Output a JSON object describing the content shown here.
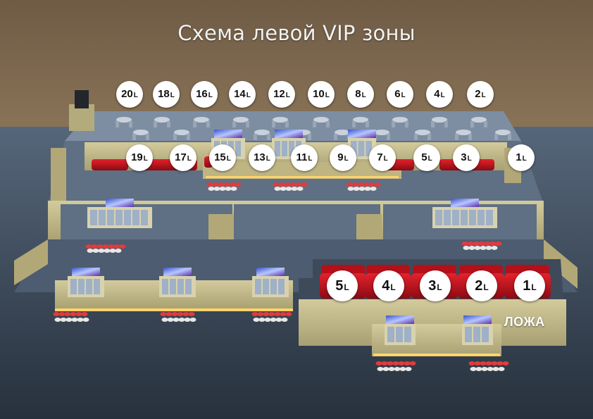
{
  "title": "Схема левой VIP зоны",
  "seat_suffix": "L",
  "colors": {
    "wall_brown": "#7a644c",
    "floor_blue": "#4f5d6e",
    "platform_beige": "#c5bc8c",
    "sofa_red": "#c8101b",
    "seat_badge": "#ffffff"
  },
  "tables_back": [
    "20",
    "18",
    "16",
    "14",
    "12",
    "10",
    "8",
    "6",
    "4",
    "2"
  ],
  "tables_front": [
    "19",
    "17",
    "15",
    "13",
    "11",
    "9",
    "7",
    "5",
    "3",
    "1"
  ],
  "loge": {
    "label": "ЛОЖА",
    "seats": [
      "5",
      "4",
      "3",
      "2",
      "1"
    ]
  }
}
